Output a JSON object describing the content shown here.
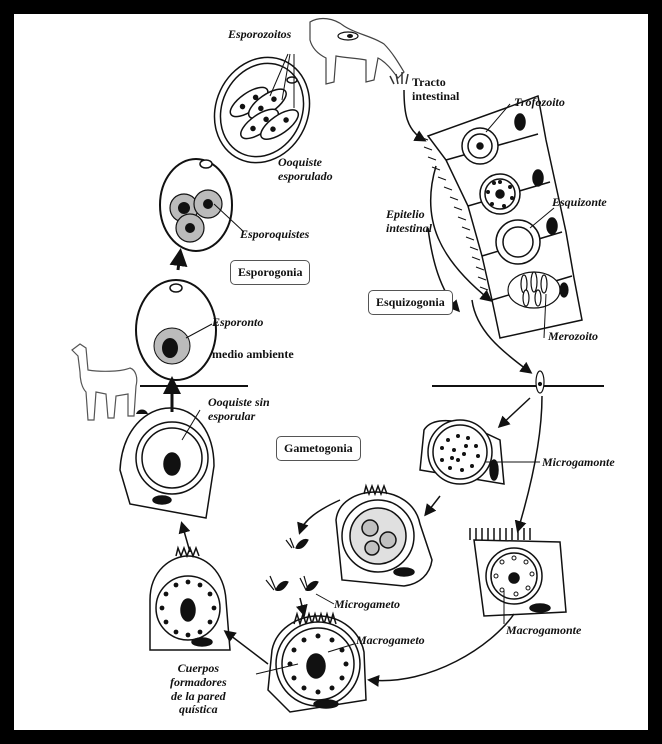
{
  "labels": {
    "esporozoitos": "Esporozoitos",
    "tracto": "Tracto\nintestinal",
    "trofozoito": "Trofozoito",
    "ooquiste_esporulado": "Ooquiste\nesporulado",
    "esquizonte": "Esquizonte",
    "epitelio": "Epitelio\nintestinal",
    "esporoquistes": "Esporoquistes",
    "esporogonia": "Esporogonia",
    "esquizogonia": "Esquizogonia",
    "esporonto": "Esporonto",
    "medio_ambiente": "medio ambiente",
    "merozoito": "Merozoito",
    "ooquiste_sin": "Ooquiste sin\nesporular",
    "gametogonia": "Gametogonia",
    "microgamonte": "Microgamonte",
    "macrogamonte": "Macrogamonte",
    "microgameto": "Microgameto",
    "macrogameto": "Macrogameto",
    "cuerpos": "Cuerpos\nformadores\nde la pared\nquística"
  },
  "colors": {
    "frame": "#000000",
    "background": "#ffffff",
    "ink": "#111111",
    "cell_fill": "#f4f4f4",
    "nucleus": "#111111",
    "cytoplasm_gray": "#c8c8c8"
  }
}
